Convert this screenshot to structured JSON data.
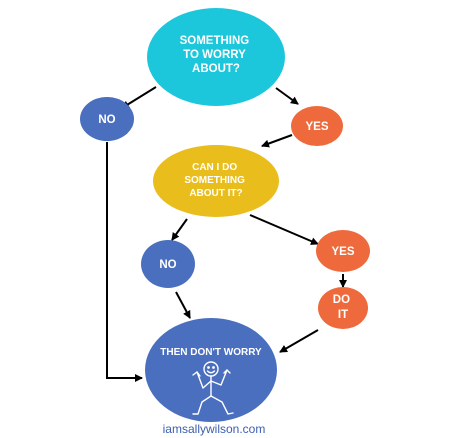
{
  "nodes": {
    "worry": {
      "lines": [
        "SOMETHING",
        "TO WORRY",
        "ABOUT?"
      ],
      "color": "#1cc7dc"
    },
    "no1": {
      "lines": [
        "NO"
      ],
      "color": "#4a6fbf"
    },
    "yes1": {
      "lines": [
        "YES"
      ],
      "color": "#ee6a3c"
    },
    "can_i_do": {
      "lines": [
        "CAN I DO",
        "SOMETHING",
        "ABOUT IT?"
      ],
      "color": "#e9bd1c"
    },
    "no2": {
      "lines": [
        "NO"
      ],
      "color": "#4a6fbf"
    },
    "yes2": {
      "lines": [
        "YES"
      ],
      "color": "#ee6a3c"
    },
    "do_it": {
      "lines": [
        "DO",
        "IT"
      ],
      "color": "#ee6a3c"
    },
    "dont_worry": {
      "lines": [
        "THEN DON'T WORRY"
      ],
      "color": "#4a6fbf"
    }
  },
  "edges": [
    {
      "from": "worry",
      "to": "no1"
    },
    {
      "from": "worry",
      "to": "yes1"
    },
    {
      "from": "yes1",
      "to": "can_i_do"
    },
    {
      "from": "can_i_do",
      "to": "no2"
    },
    {
      "from": "can_i_do",
      "to": "yes2"
    },
    {
      "from": "no2",
      "to": "dont_worry"
    },
    {
      "from": "yes2",
      "to": "do_it"
    },
    {
      "from": "do_it",
      "to": "dont_worry"
    },
    {
      "from": "no1",
      "to": "dont_worry"
    }
  ],
  "icons": {
    "figure": "stick-figure-icon"
  },
  "credit": "iamsallywilson.com"
}
